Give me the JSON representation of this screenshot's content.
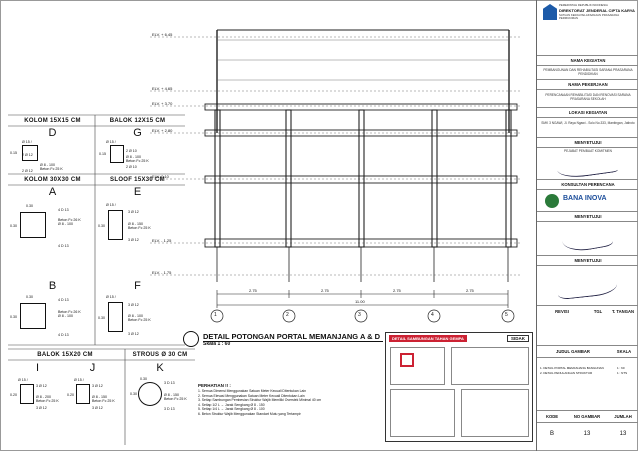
{
  "sections": {
    "kolom15": "KOLOM 15X15 CM",
    "balok12": "BALOK 12X15 CM",
    "kolom30": "KOLOM 30X30 CM",
    "sloof15": "SLOOF 15X30 CM",
    "balok15": "BALOK 15X20 CM",
    "strous": "STROUS Ø 30 CM"
  },
  "letters": {
    "d": "D",
    "g": "G",
    "a": "A",
    "e": "E",
    "b": "B",
    "f": "F",
    "i": "I",
    "j": "J",
    "k": "K"
  },
  "details": {
    "d": {
      "top": "Ø 15 /",
      "r1": "2 Ø 12",
      "r2": "Ø 8 - 100",
      "r3": "Beton Fc 25 K",
      "r4": "2 Ø 12",
      "side": "0.15"
    },
    "g": {
      "top": "Ø 15 /",
      "r1": "2 Ø 10",
      "r2": "Ø 8 - 100",
      "r3": "Beton Fc 25 K",
      "r4": "2 Ø 10",
      "side": "0.15"
    },
    "a": {
      "top": "0.30",
      "r1": "4 D 13",
      "r2": "Beton Fc 26 K",
      "r3": "Ø 8 - 100",
      "r4": "4 D 13",
      "side": "0.30"
    },
    "e": {
      "top": "Ø 15 /",
      "r1": "3 Ø 12",
      "r2": "Ø 8 - 150",
      "r3": "Beton Fc 25 K",
      "r4": "3 Ø 12",
      "side": "0.30"
    },
    "b": {
      "top": "0.30",
      "r1": "4 D 13",
      "r2": "Beton Fc 26 K",
      "r3": "Ø 8 - 100",
      "r4": "4 D 13",
      "side": "0.30"
    },
    "f": {
      "top": "Ø 15 /",
      "r1": "3 Ø 12",
      "r2": "Ø 8 - 100",
      "r3": "Beton Fc 25 K",
      "r4": "3 Ø 12",
      "side": "0.30"
    },
    "i": {
      "top": "Ø 15 /",
      "r1": "3 Ø 12",
      "r2": "Ø 8 - 200",
      "r3": "Beton Fc 25 K",
      "r4": "3 Ø 12",
      "side": "0.20"
    },
    "j": {
      "top": "Ø 15 /",
      "r1": "3 Ø 12",
      "r2": "Ø 8 - 150",
      "r3": "Beton Fc 25 K",
      "r4": "3 Ø 12",
      "side": "0.20"
    },
    "k": {
      "top": "0.30",
      "r1": "3 D 13",
      "r2": "Ø 8 - 150",
      "r3": "Beton Fc 25 K",
      "r4": "3 D 13",
      "side": "0.30"
    }
  },
  "elevations": {
    "e645": "ELV. + 6.45",
    "e465": "ELV. + 4.65",
    "e370": "ELV. + 3.70",
    "e280": "ELV. + 2.80",
    "e010": "ELV. 0.10",
    "e125": "ELV. - 1.25",
    "e175": "ELV. - 1.75"
  },
  "dims": {
    "span": "2.75",
    "total": "11.00"
  },
  "axes": [
    "1",
    "2",
    "3",
    "4",
    "5"
  ],
  "drawing": {
    "title": "DETAIL POTONGAN PORTAL MEMANJANG  A & D",
    "scale": "Skala 1 : 60"
  },
  "notes": {
    "heading": "PERHATIAN !! :",
    "items": [
      "1.  Semua Dimensi Menggunakan Satuan Meter Kecuali Ditentukan Lain",
      "2.  Semua Elevasi Menggunakan Satuan Meter Kecuali Ditentukan Lain",
      "3.  Setiap Sambungan Pembesian Struktur Wajib Memiliki Overstek Minimal 40 cm",
      "4.  Setiap 1/2 L  → Jarak Sengkang Ø 8 - 150",
      "5.  Setiap 1/4 L  → Jarak Sengkang Ø 8 - 100",
      "6.  Beton Struktur Wajib Menggunakan Standart Mutu yang Tertampir"
    ]
  },
  "gempa": {
    "title": "DETAIL SAMBUNGAN TAHAN GEMPA",
    "brand": "SIDAK"
  },
  "titleblock": {
    "org1": "PEMERINTAH REPUBLIK INDONESIA",
    "org2": "DIREKTORAT JENDERAL CIPTA KARYA",
    "org3": "SATUAN KERJA PELAKSANAAN PRASARANA PERMUKIMAN",
    "nama_kegiatan_h": "NAMA KEGIATAN",
    "nama_kegiatan": "PEMBANGUNAN DAN REHABILITASI SARANA PRASARANA PENDIDIKAN",
    "nama_pekerjaan_h": "NAMA PEKERJAAN",
    "nama_pekerjaan": "PERENCANAAN REHABILITASI DAN RENOVASI SARANA PRASARANA SEKOLAH",
    "lokasi_h": "LOKASI KEGIATAN",
    "lokasi": "SMK 3 NGAWI, Jl. Raya Ngawi - Solo No.333, Mantingan, Jatiroto",
    "menyetujui1_h": "MENYETUJUI",
    "ppk": "PEJABAT PEMBUAT KOMITMEN",
    "konsultan_h": "KONSULTAN PERENCANA",
    "konsultan": "BANA INOVA",
    "menyetujui2_h": "MENYETUJUI",
    "menyetujui3_h": "MENYETUJUI",
    "revisi": "REVISI",
    "tgl": "TGL",
    "ttangan": "T. TANGAN",
    "judul_h": "JUDUL GAMBAR",
    "skala_h": "SKALA",
    "judul1": "1.  DETAIL PORTAL MEMANJANG BANGUNAN",
    "judul2": "2.  DETAIL PENULANGAN STRUKTUR",
    "skala1": "1 : 60",
    "skala2": "1 : NTS",
    "kode_h": "KODE",
    "nogambar_h": "NO GAMBAR",
    "jumlah_h": "JUMLAH",
    "kode": "B",
    "nogambar": "13",
    "jumlah": "13"
  }
}
